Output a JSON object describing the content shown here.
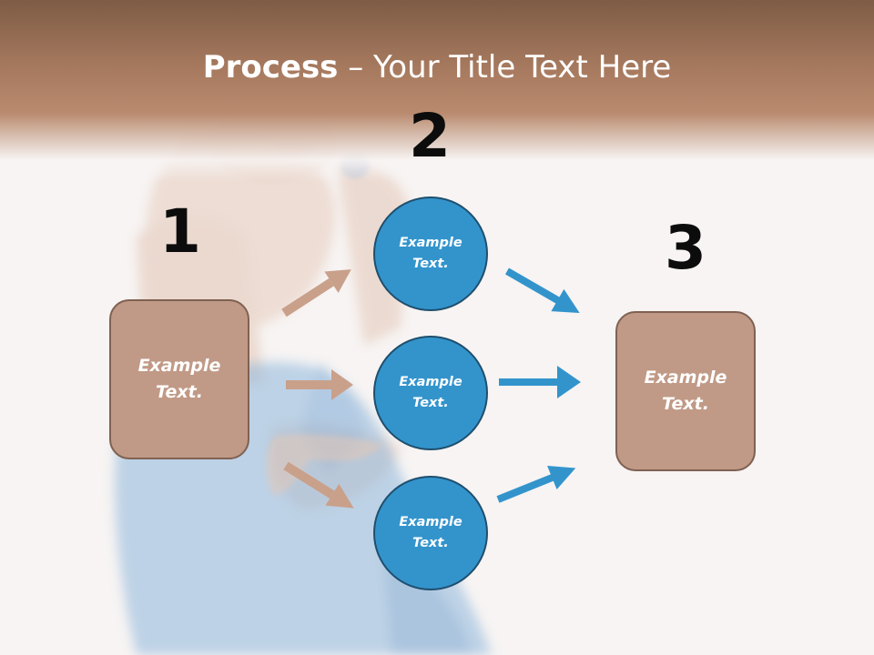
{
  "slide": {
    "title_bold": "Process",
    "title_rest": " – Your Title Text Here"
  },
  "steps": {
    "step1": {
      "number": "1",
      "text_line1": "Example",
      "text_line2": "Text."
    },
    "step2": {
      "number": "2"
    },
    "step3": {
      "number": "3",
      "text_line1": "Example",
      "text_line2": "Text."
    }
  },
  "circles": [
    {
      "line1": "Example",
      "line2": "Text."
    },
    {
      "line1": "Example",
      "line2": "Text."
    },
    {
      "line1": "Example",
      "line2": "Text."
    }
  ],
  "colors": {
    "header_brown": "#a77a5f",
    "box_fill": "#c09a86",
    "box_border": "#7f6152",
    "circle_fill": "#3394cc",
    "circle_border": "#1f4f6e",
    "arrow_brown": "#c9a08a",
    "arrow_blue": "#3394cc",
    "number_color": "#0c0c0c"
  }
}
